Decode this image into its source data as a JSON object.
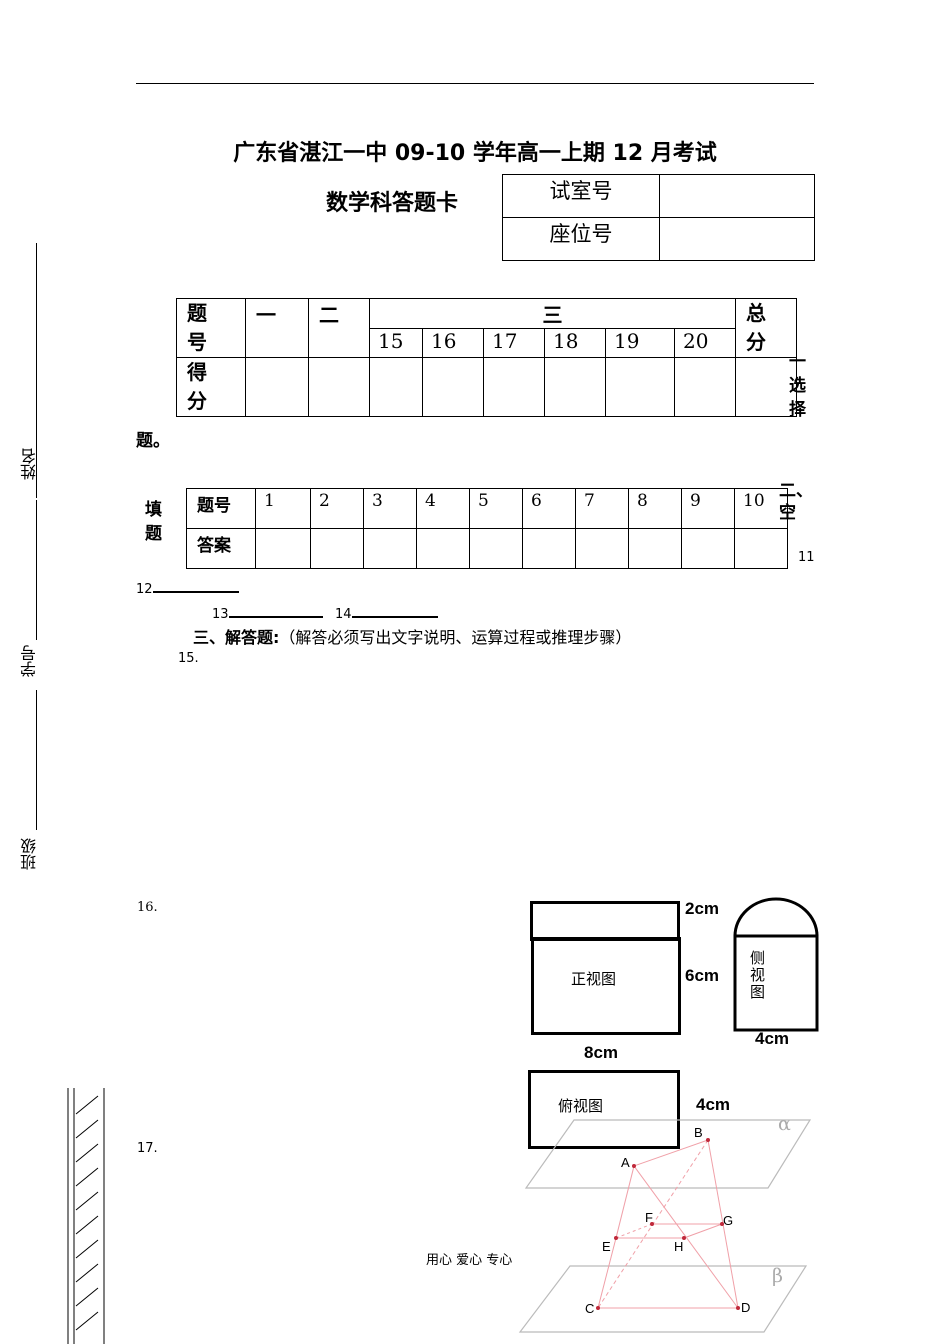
{
  "header": {
    "title": "广东省湛江一中 09-10 学年高一上期 12 月考试",
    "subtitle": "数学科答题卡",
    "room_label": "试室号",
    "seat_label": "座位号"
  },
  "margin": {
    "name_label": "姓名",
    "id_label": "学号",
    "class_label": "班级"
  },
  "score_table": {
    "row1_label": "题号",
    "row2_label": "得分",
    "col_one": "一",
    "col_two": "二",
    "col_three": "三",
    "sub_cols": [
      "15",
      "16",
      "17",
      "18",
      "19",
      "20"
    ],
    "total_label": "总分"
  },
  "section1": {
    "side_text": "一选择",
    "tail_text": "题。"
  },
  "section2": {
    "left_label": "填题",
    "right_label": "二、空",
    "header_label": "题号",
    "answer_label": "答案",
    "numbers": [
      "1",
      "2",
      "3",
      "4",
      "5",
      "6",
      "7",
      "8",
      "9",
      "10"
    ]
  },
  "blanks": {
    "b11": "11",
    "b12": "12",
    "b13": "13",
    "b14": "14"
  },
  "section3": {
    "title": "三、解答题:",
    "note": "（解答必须写出文字说明、运算过程或推理步骤）",
    "q15": "15.",
    "q16": "16.",
    "q17": "17."
  },
  "figure16": {
    "top_dim": "2cm",
    "front_label": "正视图",
    "front_dim": "6cm",
    "width_dim": "8cm",
    "side_label": "侧视图",
    "side_dim": "4cm",
    "top_label": "俯视图",
    "top_view_dim": "4cm"
  },
  "figure17": {
    "alpha": "α",
    "beta": "β",
    "points": [
      "A",
      "B",
      "C",
      "D",
      "E",
      "F",
      "G",
      "H"
    ]
  },
  "footer": {
    "motto": "用心 爱心 专心"
  }
}
